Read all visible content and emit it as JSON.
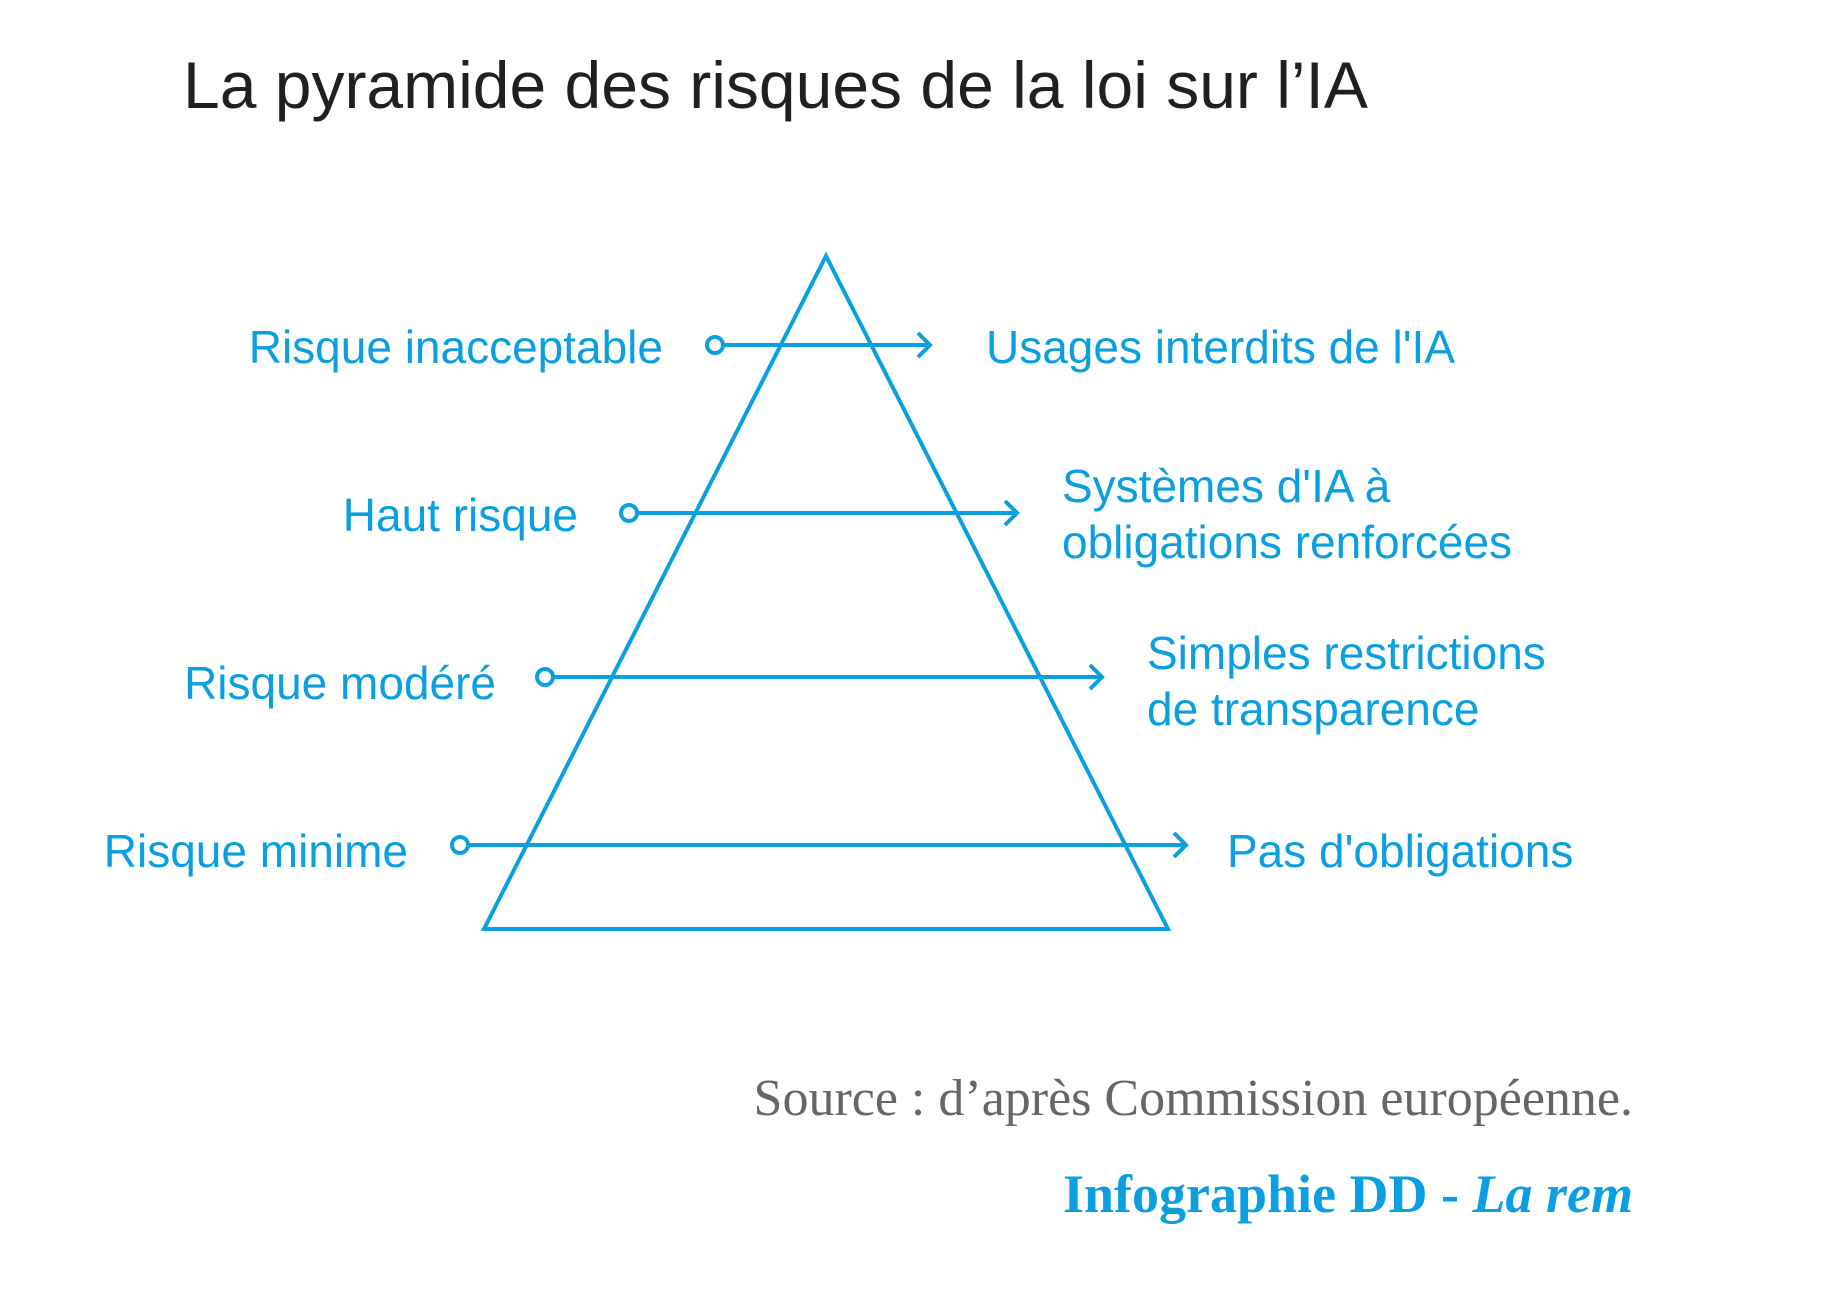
{
  "title": "La pyramide des risques de la loi sur l’IA",
  "colors": {
    "accent": "#0a9fe0",
    "title": "#231f20",
    "source": "#666666"
  },
  "levels": [
    {
      "risk": "Risque inacceptable",
      "consequence": [
        "Usages interdits de l'IA"
      ]
    },
    {
      "risk": "Haut risque",
      "consequence": [
        "Systèmes d'IA à",
        "obligations renforcées"
      ]
    },
    {
      "risk": "Risque modéré",
      "consequence": [
        "Simples restrictions",
        "de transparence"
      ]
    },
    {
      "risk": "Risque minime",
      "consequence": [
        "Pas d'obligations"
      ]
    }
  ],
  "source": "Source : d’après Commission européenne.",
  "credit": {
    "main": "Infographie DD - ",
    "italic": "La rem"
  }
}
